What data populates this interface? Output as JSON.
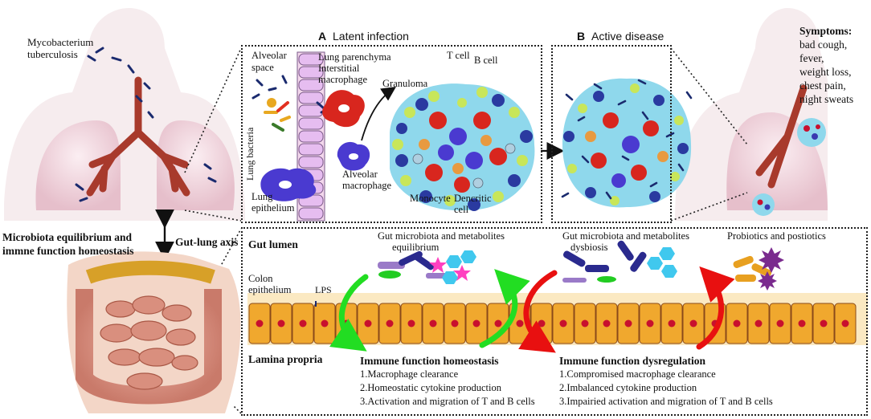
{
  "mtb_label": [
    "Mycobacterium",
    "tuberculosis"
  ],
  "panel_a": {
    "letter": "A",
    "title": "Latent infection"
  },
  "panel_b": {
    "letter": "B",
    "title": "Active disease"
  },
  "lung_labels": {
    "alveolar_space": [
      "Alveolar",
      "space"
    ],
    "lung_bacteria": "Lung bacteria",
    "lung_parenchyma": "Lung parenchyma",
    "interstitial_macrophage": [
      "Interstitial",
      "macrophage"
    ],
    "granuloma": "Granuloma",
    "t_cell": "T cell",
    "b_cell": "B cell",
    "alveolar_macrophage": [
      "Alveolar",
      "macrophage"
    ],
    "monocyte": "Monocyte",
    "dendritic_cell": [
      "Dencritic",
      "cell"
    ],
    "lung_epithelium": [
      "Lung",
      "epithelium"
    ]
  },
  "symptoms": {
    "title": "Symptoms:",
    "items": [
      "bad cough,",
      "fever,",
      "weight loss,",
      "chest pain,",
      "night sweats"
    ]
  },
  "axis": {
    "left_text": [
      "Microbiota equilibrium and",
      "immne function homeostasis"
    ],
    "right_text": "Gut-lung axis"
  },
  "gut_labels": {
    "gut_lumen": "Gut lumen",
    "colon_epithelium": [
      "Colon",
      "epithelium"
    ],
    "lps": "LPS",
    "lamina_propria": "Lamina propria",
    "equilibrium": [
      "Gut microbiota and metabolites",
      "equilibrium"
    ],
    "dysbiosis": [
      "Gut microbiota and metabolites",
      "dysbiosis"
    ],
    "probiotics": "Probiotics and postiotics"
  },
  "homeostasis": {
    "title": "Immune function homeostasis",
    "items": [
      "1.Macrophage clearance",
      "2.Homeostatic cytokine production",
      "3.Activation and migration of T and B cells"
    ]
  },
  "dysregulation": {
    "title": "Immune function dysregulation",
    "items": [
      "1.Compromised macrophage clearance",
      "2.Imbalanced cytokine production",
      "3.Impairied activation and migration of T and B cells"
    ]
  },
  "colors": {
    "lung": "#f2dbe2",
    "bronchi": "#a83a2c",
    "granuloma": "#8fd8ec",
    "epithelium": "#f0a82e",
    "nucleus": "#c8102e",
    "green_arrow": "#22dd22",
    "red_arrow": "#e81010",
    "bacteria": "#1a2a6e"
  }
}
